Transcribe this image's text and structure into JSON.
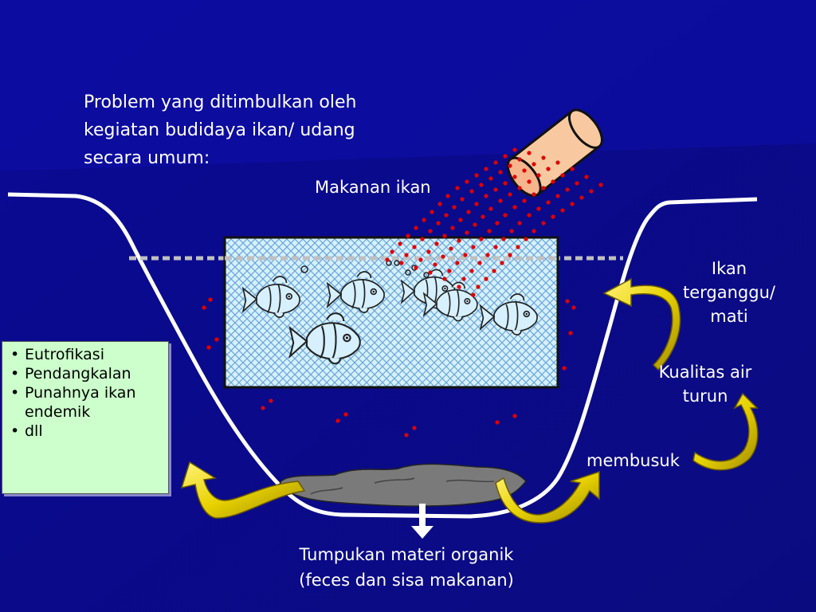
{
  "slide": {
    "title": "Problem yang ditimbulkan oleh\nkegiatan budidaya ikan/ udang\nsecara umum:",
    "labels": {
      "feed": "Makanan ikan",
      "fish_disturbed": "Ikan\nterganggu/\nmati",
      "water_quality": "Kualitas air\nturun",
      "rotting": "membusuk",
      "organic_pile": "Tumpukan materi organik\n(feces dan sisa makanan)"
    },
    "impacts": [
      "Eutrofikasi",
      "Pendangkalan",
      "Punahnya ikan endemik",
      "dll"
    ],
    "icons": [
      "feed-can-icon",
      "fish-icon",
      "curved-arrow-icon",
      "down-arrow-icon",
      "sediment-blob-icon"
    ],
    "colors": {
      "background": "#0c0c8e",
      "box_fill": "#ccffcc",
      "arrow_yellow": "#f0e020",
      "feed_dots": "#e00000",
      "pond_outline": "#ffffff",
      "sediment": "#777777"
    }
  }
}
